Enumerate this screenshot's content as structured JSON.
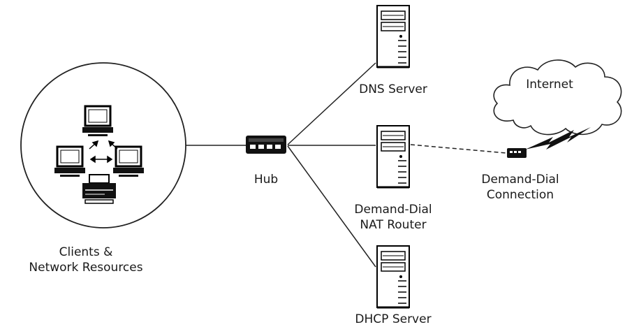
{
  "nodes": {
    "clients": {
      "line1": "Clients &",
      "line2": "Network Resources"
    },
    "hub": {
      "label": "Hub"
    },
    "dns_server": {
      "label": "DNS Server"
    },
    "nat_router": {
      "line1": "Demand-Dial",
      "line2": "NAT Router"
    },
    "dhcp_server": {
      "label": "DHCP Server"
    },
    "internet": {
      "label": "Internet"
    },
    "demand_dial_connection": {
      "line1": "Demand-Dial",
      "line2": "Connection"
    }
  }
}
